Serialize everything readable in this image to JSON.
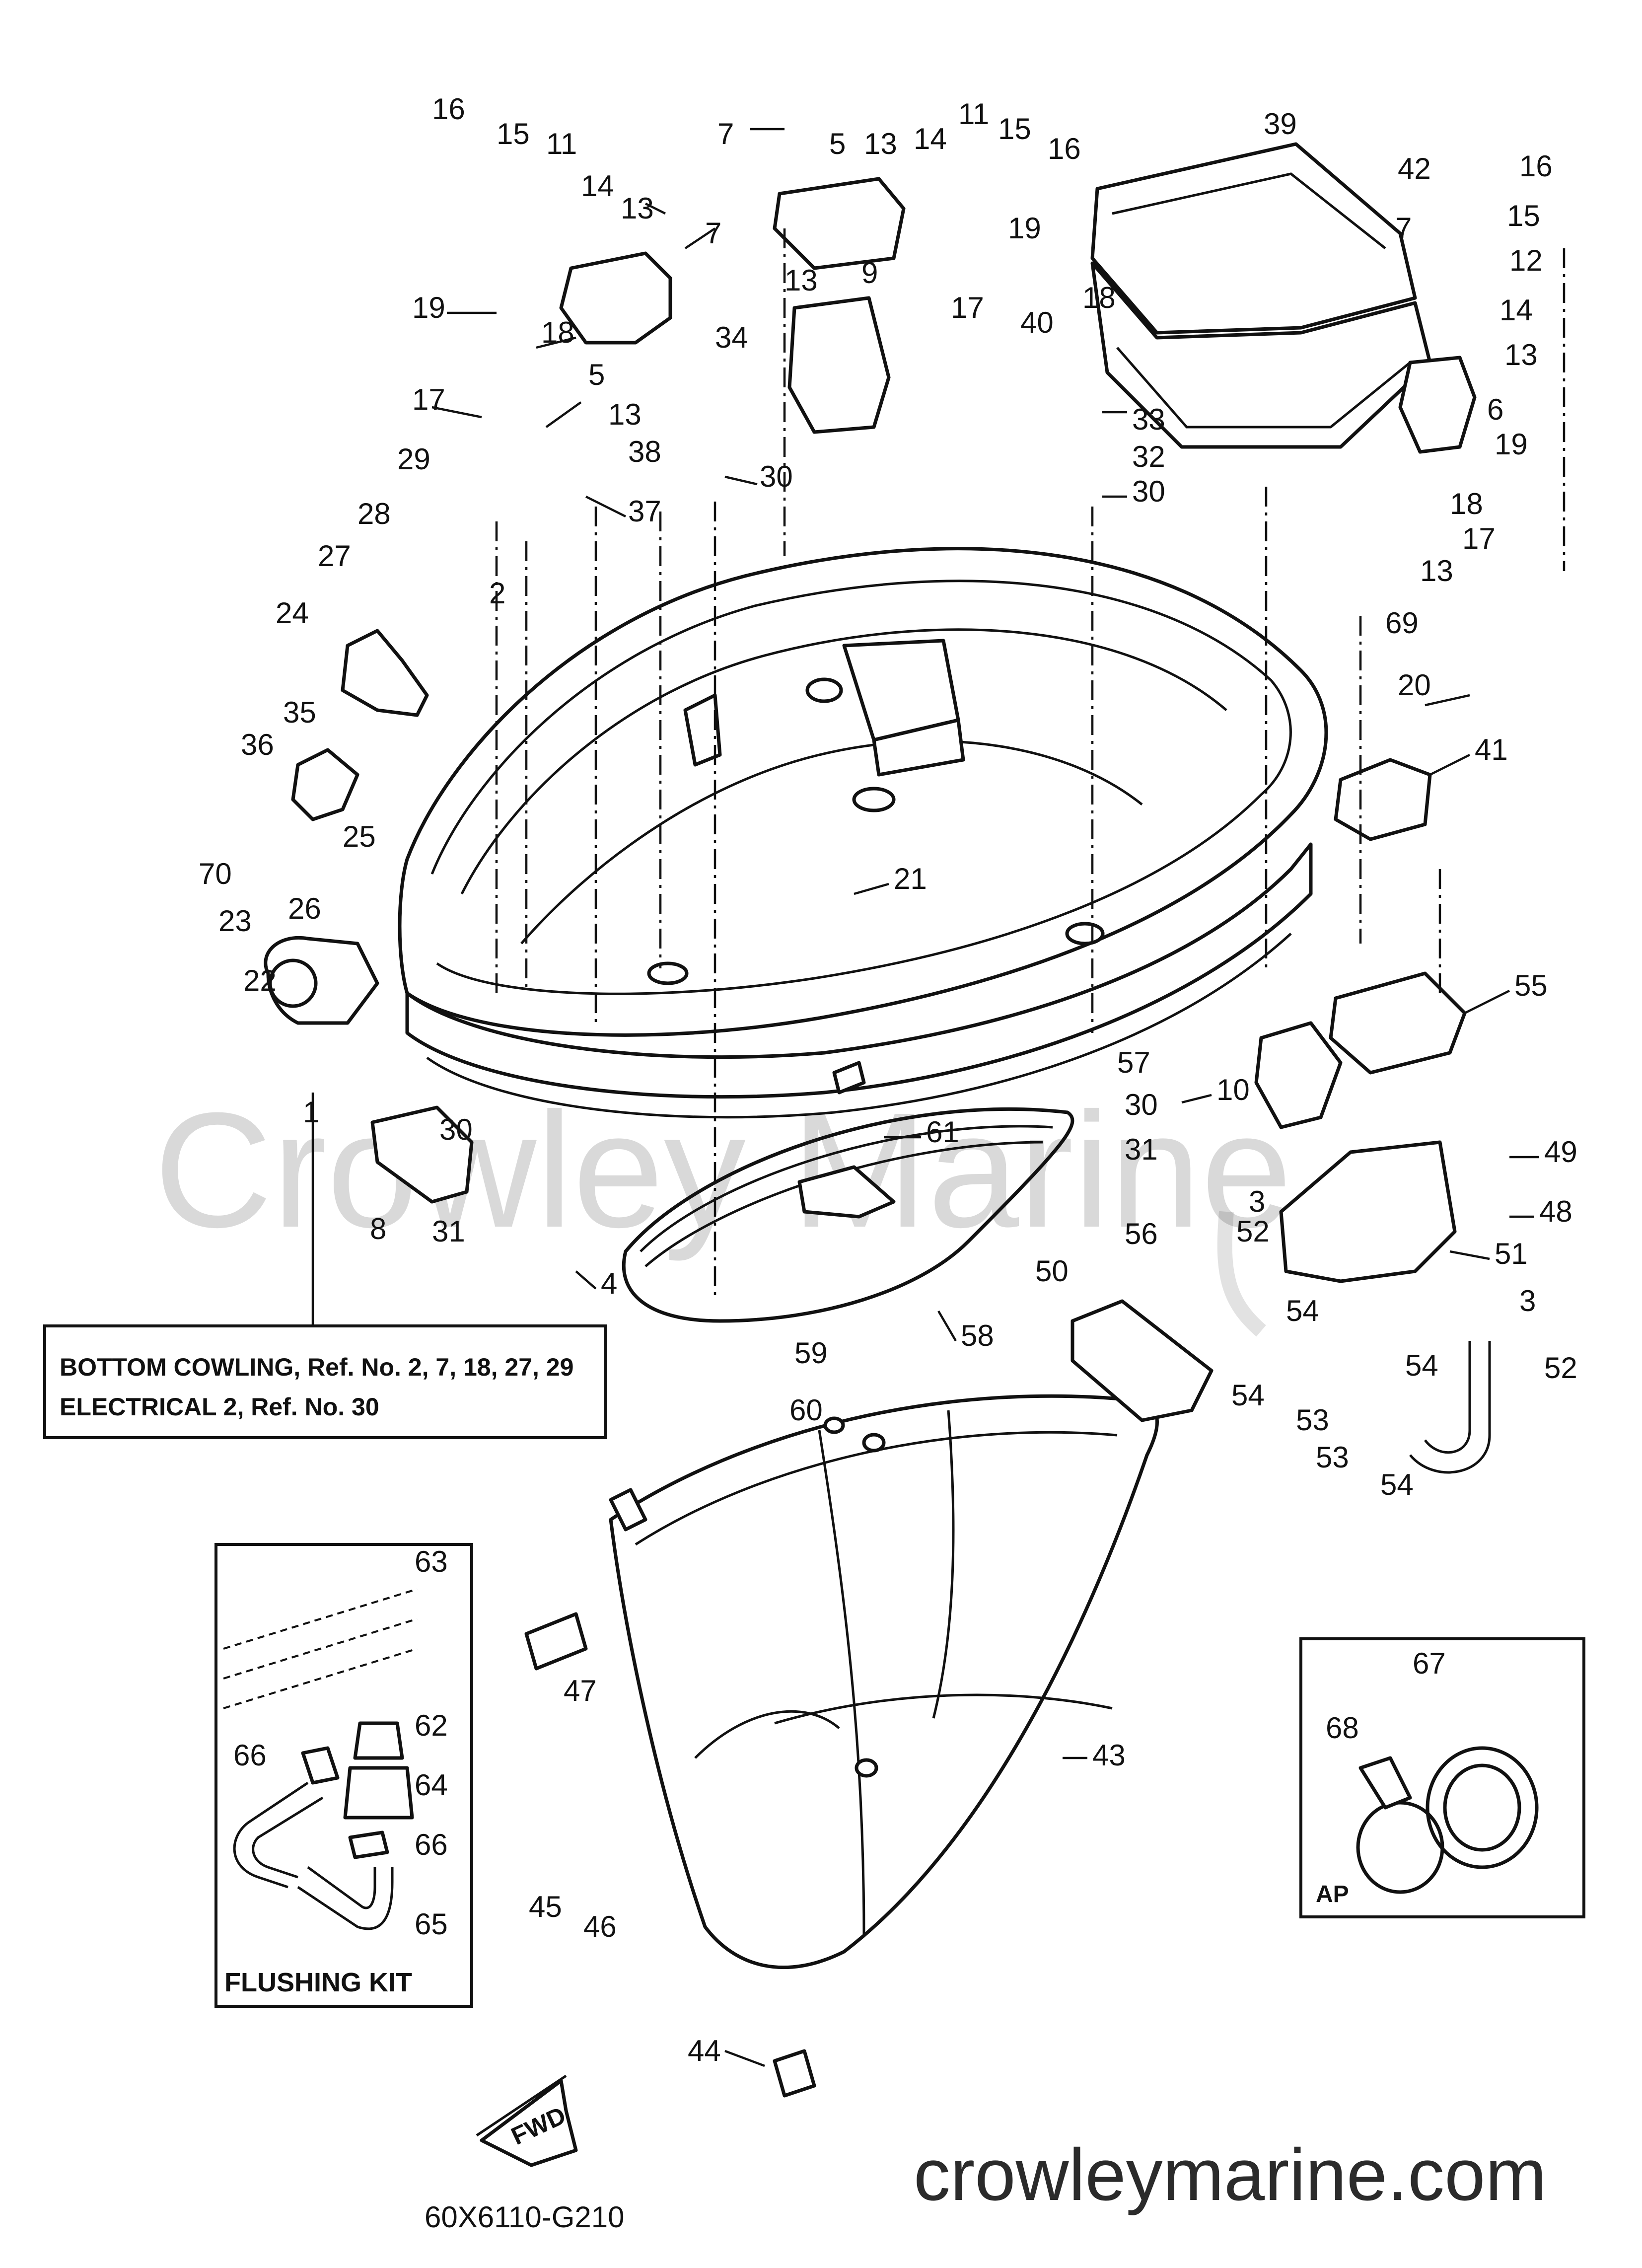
{
  "watermark": "Crowley Marine",
  "website": "crowleymarine.com",
  "diagram_code": "60X6110-G210",
  "fwd_label": "FWD",
  "note_box": {
    "line1": "BOTTOM COWLING, Ref. No. 2, 7, 18, 27, 29",
    "line2": "ELECTRICAL 2, Ref. No. 30"
  },
  "flushing_kit": {
    "title": "FLUSHING KIT",
    "callouts": [
      "63",
      "62",
      "66",
      "64",
      "66",
      "65"
    ]
  },
  "ap_box": {
    "title": "AP",
    "callouts": [
      "68",
      "67"
    ]
  },
  "callouts": [
    "16",
    "15",
    "11",
    "14",
    "13",
    "7",
    "19",
    "18",
    "5",
    "13",
    "17",
    "38",
    "29",
    "37",
    "28",
    "27",
    "2",
    "24",
    "35",
    "36",
    "25",
    "70",
    "26",
    "23",
    "22",
    "1",
    "7",
    "5",
    "13",
    "14",
    "11",
    "15",
    "16",
    "19",
    "13",
    "9",
    "17",
    "18",
    "34",
    "30",
    "39",
    "42",
    "40",
    "16",
    "15",
    "12",
    "7",
    "14",
    "13",
    "6",
    "33",
    "32",
    "30",
    "19",
    "18",
    "17",
    "13",
    "69",
    "20",
    "41",
    "21",
    "55",
    "57",
    "30",
    "10",
    "31",
    "3",
    "52",
    "49",
    "48",
    "51",
    "56",
    "54",
    "50",
    "3",
    "54",
    "52",
    "53",
    "54",
    "53",
    "54",
    "30",
    "31",
    "8",
    "4",
    "61",
    "58",
    "59",
    "60",
    "47",
    "43",
    "45",
    "46",
    "44"
  ]
}
